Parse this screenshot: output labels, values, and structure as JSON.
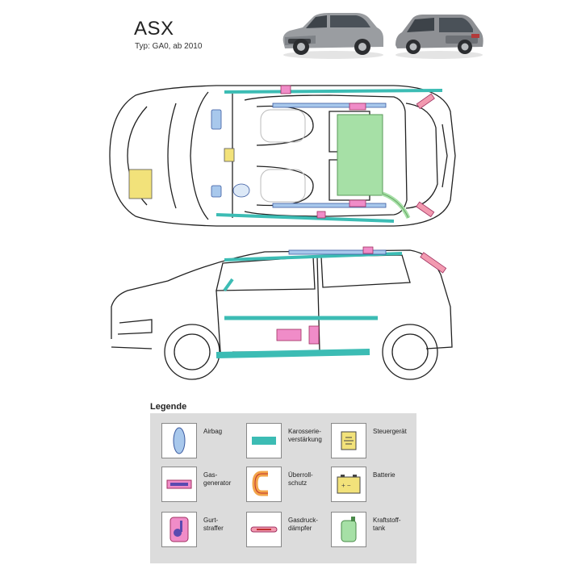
{
  "header": {
    "title": "ASX",
    "subtitle": "Typ: GA0, ab 2010"
  },
  "legend": {
    "heading": "Legende",
    "items": [
      {
        "key": "airbag",
        "label": "Airbag",
        "icon": "airbag-icon",
        "color": "#a8c8ec"
      },
      {
        "key": "reinforcement",
        "label": "Karosserie-\nverstärkung",
        "icon": "body-reinforcement-icon",
        "color": "#3cbcb4"
      },
      {
        "key": "control-unit",
        "label": "Steuergerät",
        "icon": "control-unit-icon",
        "color": "#f2e27a"
      },
      {
        "key": "gas-generator",
        "label": "Gas-\ngenerator",
        "icon": "gas-generator-icon",
        "color": "#e8527a"
      },
      {
        "key": "rollover",
        "label": "Überroll-\nschutz",
        "icon": "rollover-protection-icon",
        "color": "#f2a44a"
      },
      {
        "key": "battery",
        "label": "Batterie",
        "icon": "battery-icon",
        "color": "#f2e27a"
      },
      {
        "key": "pretensioner",
        "label": "Gurt-\nstraffer",
        "icon": "belt-pretensioner-icon",
        "color": "#f08cc8"
      },
      {
        "key": "gas-strut",
        "label": "Gasdruck-\ndämpfer",
        "icon": "gas-strut-icon",
        "color": "#f29ab0"
      },
      {
        "key": "fuel-tank",
        "label": "Kraftstoff-\ntank",
        "icon": "fuel-tank-icon",
        "color": "#a6e0a6"
      }
    ]
  }
}
